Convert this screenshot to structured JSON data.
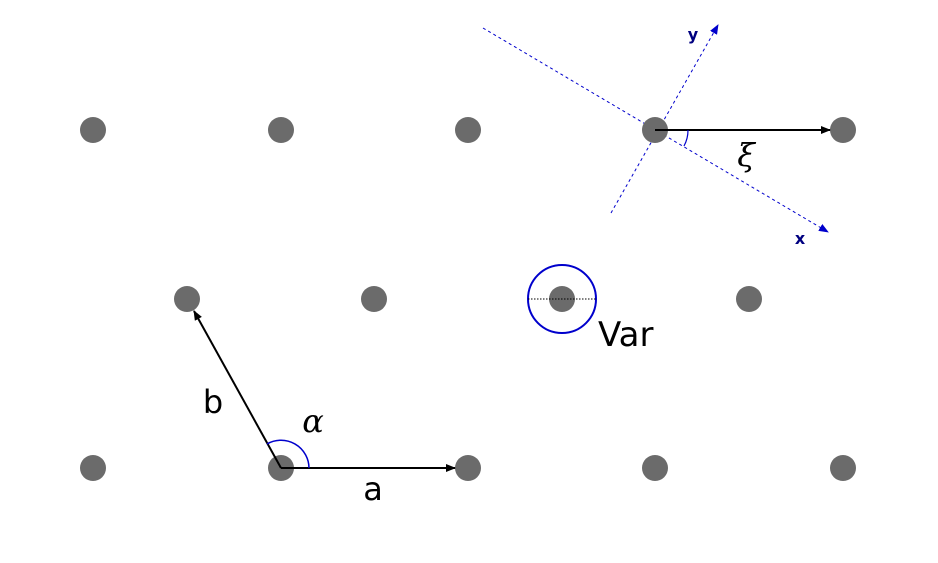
{
  "colors": {
    "atom": "#6b6b6b",
    "vector": "#000000",
    "accent": "#0000cc",
    "background": "#ffffff"
  },
  "labels": {
    "vector_a": "a",
    "vector_b": "b",
    "angle_alpha": "α",
    "angle_xi": "ξ",
    "variance": "Var",
    "axis_x": "x",
    "axis_y": "y"
  }
}
